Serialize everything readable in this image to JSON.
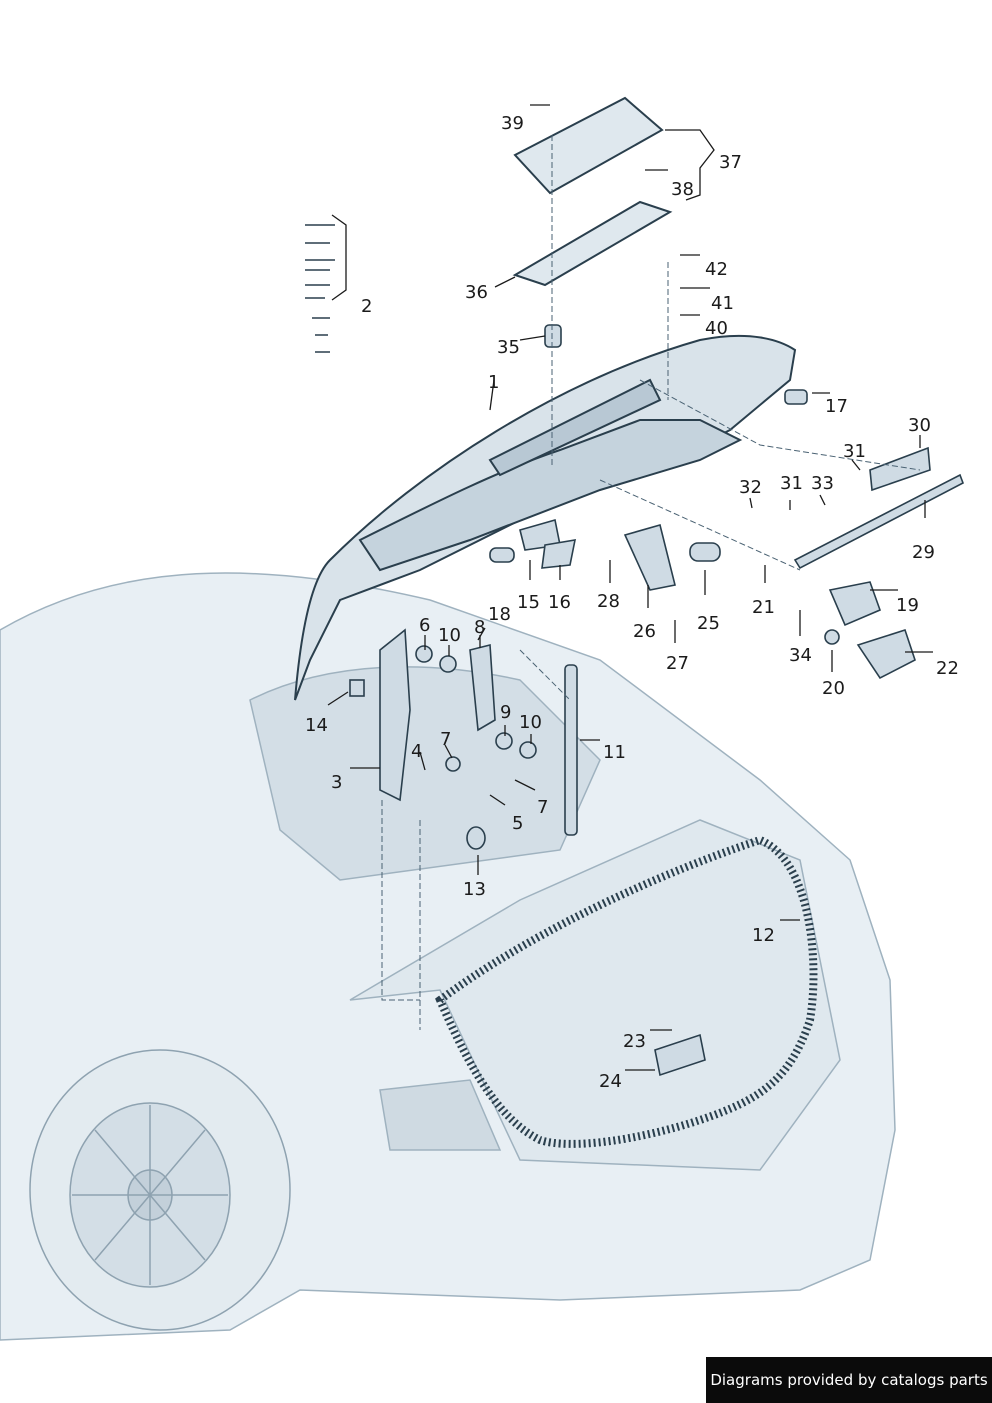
{
  "diagram": {
    "part_labels": [
      "1",
      "2",
      "3",
      "4",
      "5",
      "6",
      "7",
      "7",
      "8",
      "9",
      "10",
      "10",
      "11",
      "12",
      "13",
      "14",
      "15",
      "16",
      "17",
      "18",
      "19",
      "20",
      "21",
      "22",
      "23",
      "24",
      "25",
      "26",
      "27",
      "28",
      "29",
      "30",
      "31",
      "31",
      "32",
      "33",
      "34",
      "35",
      "36",
      "37",
      "38",
      "39",
      "40",
      "41",
      "42"
    ]
  },
  "footer": {
    "credit": "Diagrams provided by catalogs parts"
  },
  "colors": {
    "panel_fill": "#d9e3ea",
    "panel_stroke": "#2a3f4d",
    "car_fill": "#e7eef3",
    "leader": "#1b1b1b"
  }
}
